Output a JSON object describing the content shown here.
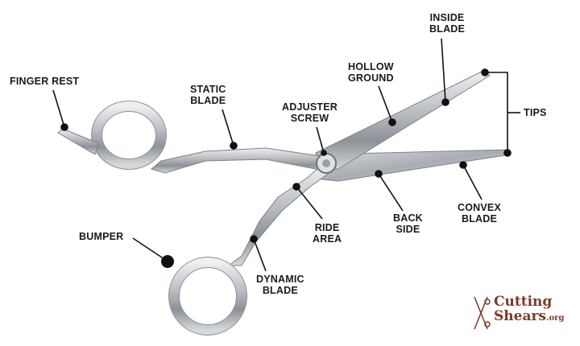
{
  "labels": {
    "finger_rest": "FINGER REST",
    "static_blade": [
      "STATIC",
      "BLADE"
    ],
    "adjuster_screw": [
      "ADJUSTER",
      "SCREW"
    ],
    "hollow_ground": [
      "HOLLOW",
      "GROUND"
    ],
    "inside_blade": [
      "INSIDE",
      "BLADE"
    ],
    "tips": "TIPS",
    "convex_blade": [
      "CONVEX",
      "BLADE"
    ],
    "back_side": [
      "BACK",
      "SIDE"
    ],
    "ride_area": [
      "RIDE",
      "AREA"
    ],
    "bumper": "BUMPER",
    "dynamic_blade": [
      "DYNAMIC",
      "BLADE"
    ]
  },
  "logo": {
    "line1": "Cutting",
    "line2": "Shears",
    "suffix": ".org"
  },
  "colors": {
    "text": "#1a1a1a",
    "steel": "#b9bcc0",
    "logo": "#7a3b2a"
  }
}
